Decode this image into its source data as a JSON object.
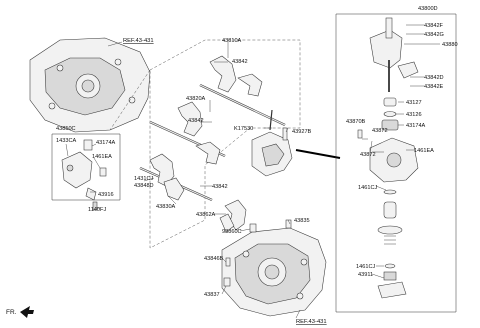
{
  "labels": {
    "ref_top": "REF.43-431",
    "ref_bottom": "REF.43-431",
    "p43800D": "43800D",
    "p43842F": "43842F",
    "p43842G": "43842G",
    "p43880": "43880",
    "p43842D": "43842D",
    "p43842E": "43842E",
    "p43127": "43127",
    "p43126": "43126",
    "p43174A_r": "43174A",
    "p43870B": "43870B",
    "p43872a": "43872",
    "p43872b": "43872",
    "p1461EA_r": "1461EA",
    "p1461CJa": "1461CJ",
    "p1461CJb": "1461CJ",
    "p43911": "43911",
    "p43810A": "43810A",
    "p43842a": "43842",
    "p43820A": "43820A",
    "p43842b": "43842",
    "pK17530": "K17530",
    "p43927B": "43927B",
    "p43850C": "43850C",
    "p1433CA": "1433CA",
    "p43174A_l": "43174A",
    "p1461EA_l": "1461EA",
    "p43916": "43916",
    "p1140FJ": "1140FJ",
    "p1431CJ": "1431CJ",
    "p43848D": "43848D",
    "p43842c": "43842",
    "p43830A": "43830A",
    "p43862A": "43862A",
    "p43835": "43835",
    "p93860C": "93860C",
    "p43846B": "43846B",
    "p43837": "43837",
    "fr": "FR."
  }
}
